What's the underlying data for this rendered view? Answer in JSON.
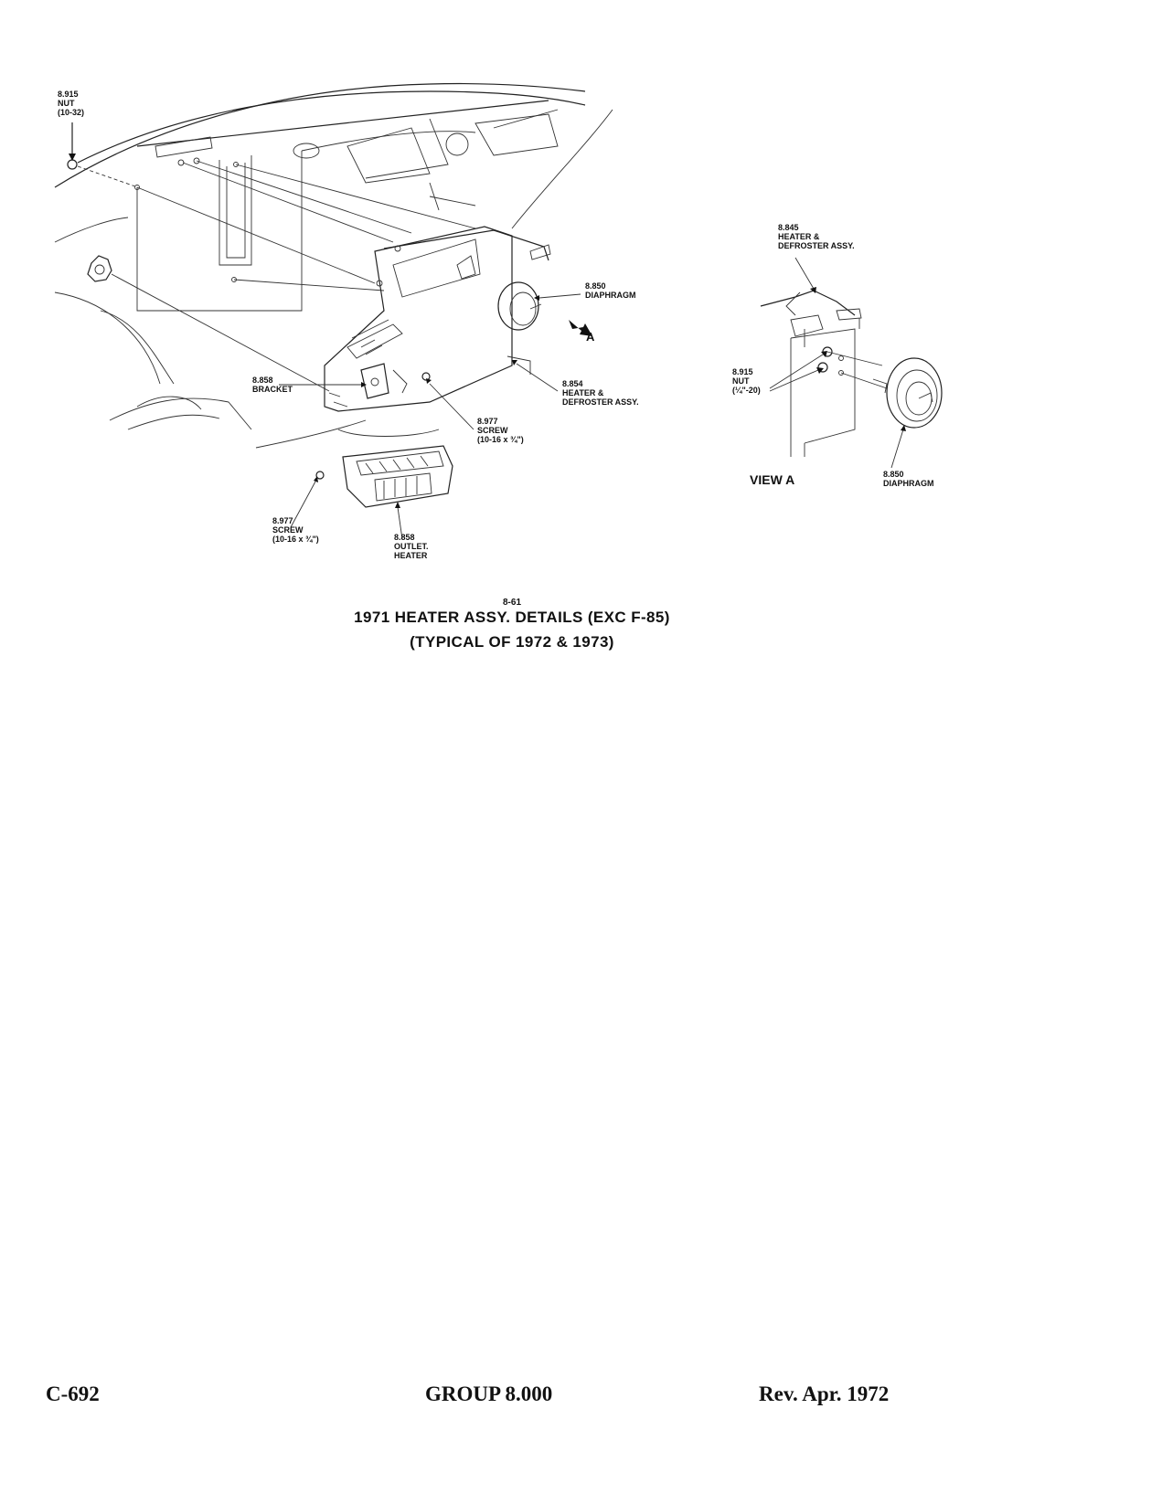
{
  "labels": {
    "nut_1032": {
      "part": "8.915",
      "name": "NUT",
      "spec": "(10-32)"
    },
    "heater_defroster_main": {
      "part": "8.854",
      "name": "HEATER &",
      "name2": "DEFROSTER ASSY."
    },
    "diaphragm_main": {
      "part": "8.850",
      "name": "DIAPHRAGM"
    },
    "bracket": {
      "part": "8.858",
      "name": "BRACKET"
    },
    "screw_upper": {
      "part": "8.977",
      "name": "SCREW",
      "spec": "(10-16 x ¾\")"
    },
    "screw_lower": {
      "part": "8.977",
      "name": "SCREW",
      "spec": "(10-16 x ¾\")"
    },
    "outlet_heater": {
      "part": "8.858",
      "name": "OUTLET.",
      "name2": "HEATER"
    },
    "view_a_pointer": "A",
    "heater_defroster_view": {
      "part": "8.845",
      "name": "HEATER &",
      "name2": "DEFROSTER ASSY."
    },
    "nut_quarter": {
      "part": "8.915",
      "name": "NUT",
      "spec": "(¼\"-20)"
    },
    "diaphragm_view": {
      "part": "8.850",
      "name": "DIAPHRAGM"
    }
  },
  "view_a_title": "VIEW A",
  "figure": {
    "number": "8-61",
    "caption_line1": "1971 HEATER ASSY. DETAILS (EXC F-85)",
    "caption_line2": "(TYPICAL OF 1972 & 1973)"
  },
  "footer": {
    "page": "C-692",
    "group": "GROUP 8.000",
    "revision": "Rev. Apr. 1972"
  }
}
